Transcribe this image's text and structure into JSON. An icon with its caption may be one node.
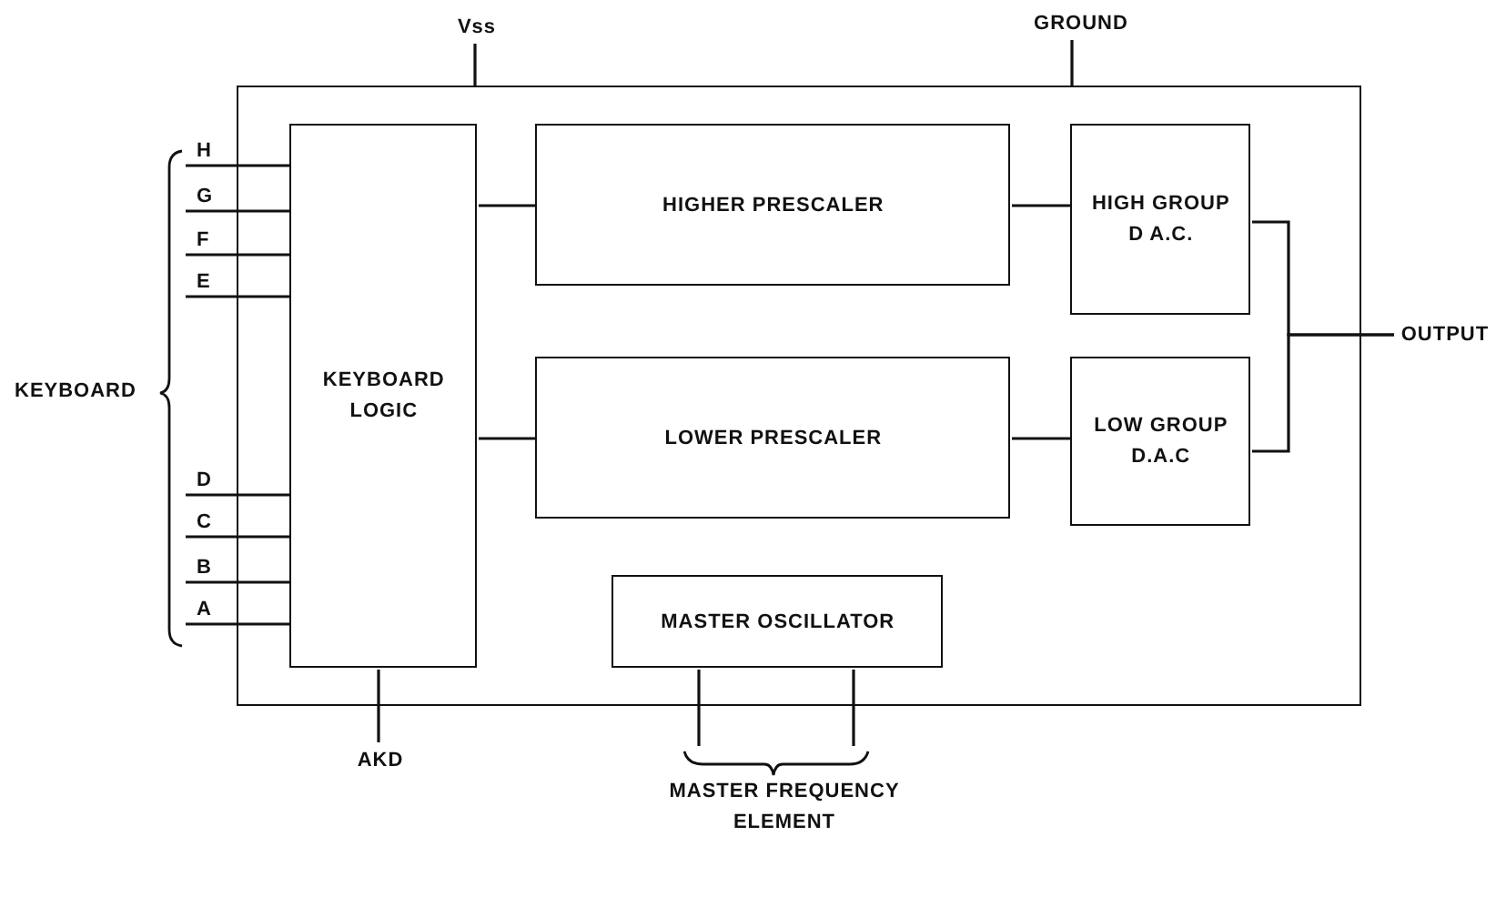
{
  "diagram": {
    "nodes": [
      {
        "text": [],
        "shape": "box"
      },
      {
        "text": [
          "KEYBOARD LOGIC"
        ],
        "in": 0
      },
      {
        "text": [
          "HIGHER PRESCALER"
        ],
        "in": 0
      },
      {
        "text": [
          "LOWER PRESCALER"
        ],
        "in": 0
      },
      {
        "text": [
          "HIGH GROUP D A.C."
        ],
        "in": 0
      },
      {
        "text": [
          "LOW GROUP D.A.C"
        ],
        "in": 0
      },
      {
        "text": [
          "MASTER OSCILLATOR"
        ],
        "in": 0
      },
      {
        "text": [
          "Vss"
        ]
      },
      {
        "text": [
          "GROUND"
        ]
      },
      {
        "text": [
          "H"
        ]
      },
      {
        "text": [
          "G"
        ]
      },
      {
        "text": [
          "F"
        ]
      },
      {
        "text": [
          "E"
        ]
      },
      {
        "text": [
          "D"
        ]
      },
      {
        "text": [
          "C"
        ]
      },
      {
        "text": [
          "B"
        ]
      },
      {
        "text": [
          "A"
        ]
      },
      {
        "text": [
          "OUTPUT"
        ]
      },
      {
        "text": [
          "AKD"
        ]
      },
      {
        "text": [
          "MASTER FREQUENCY ELEMENT"
        ]
      }
    ],
    "edges": [
      {
        "from": 7,
        "to": 0,
        "arrow": "none"
      },
      {
        "from": 8,
        "to": 0,
        "arrow": "none"
      },
      {
        "from": 9,
        "to": 1,
        "arrow": "none"
      },
      {
        "from": 10,
        "to": 1,
        "arrow": "none"
      },
      {
        "from": 11,
        "to": 1,
        "arrow": "none"
      },
      {
        "from": 12,
        "to": 1,
        "arrow": "none"
      },
      {
        "from": 13,
        "to": 1,
        "arrow": "none"
      },
      {
        "from": 14,
        "to": 1,
        "arrow": "none"
      },
      {
        "from": 15,
        "to": 1,
        "arrow": "none"
      },
      {
        "from": 16,
        "to": 1,
        "arrow": "none"
      },
      {
        "from": 1,
        "to": 2,
        "arrow": "none"
      },
      {
        "from": 1,
        "to": 3,
        "arrow": "none"
      },
      {
        "from": 2,
        "to": 4,
        "arrow": "none"
      },
      {
        "from": 3,
        "to": 5,
        "arrow": "none"
      },
      {
        "from": 4,
        "to": 17,
        "arrow": "none"
      },
      {
        "from": 5,
        "to": 17,
        "arrow": "none"
      },
      {
        "from": 1,
        "to": 18,
        "arrow": "none"
      },
      {
        "from": 6,
        "to": 19,
        "arrow": "none"
      },
      {
        "from": 6,
        "to": 19,
        "arrow": "none"
      }
    ],
    "labels": [
      "KEYBOARD"
    ]
  }
}
